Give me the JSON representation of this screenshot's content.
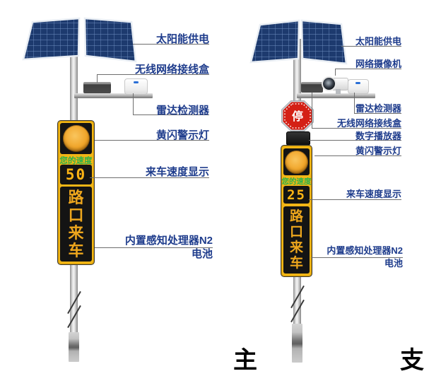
{
  "diagram": {
    "left": {
      "caption": "主",
      "labels": [
        "太阳能供电",
        "无线网络接线盒",
        "雷达检测器",
        "黄闪警示灯",
        "来车速度显示",
        "内置感知处理器N2",
        "电池"
      ],
      "display": {
        "speed_caption": "您的速度",
        "speed_value": "50",
        "bottom_text": "路口来车"
      }
    },
    "right": {
      "caption": "支",
      "labels": [
        "太阳能供电",
        "网络摄像机",
        "雷达检测器",
        "无线网络接线盒",
        "数字播放器",
        "黄闪警示灯",
        "来车速度显示",
        "内置感知处理器N2",
        "电池"
      ],
      "stop_sign_text": "停",
      "display": {
        "speed_caption": "您的速度",
        "speed_value": "25",
        "bottom_text": "路口来车"
      }
    },
    "colors": {
      "label_text": "#1e3c8c",
      "connector_line": "#6e6e6e",
      "sign_yellow": "#f2b616",
      "led_amber": "#f0a428",
      "speed_caption_green": "#2eb24a",
      "speed_digits_amber": "#ffb514",
      "stop_sign_red": "#d42015",
      "solar_panel_blue": "#1d3a6e"
    }
  }
}
